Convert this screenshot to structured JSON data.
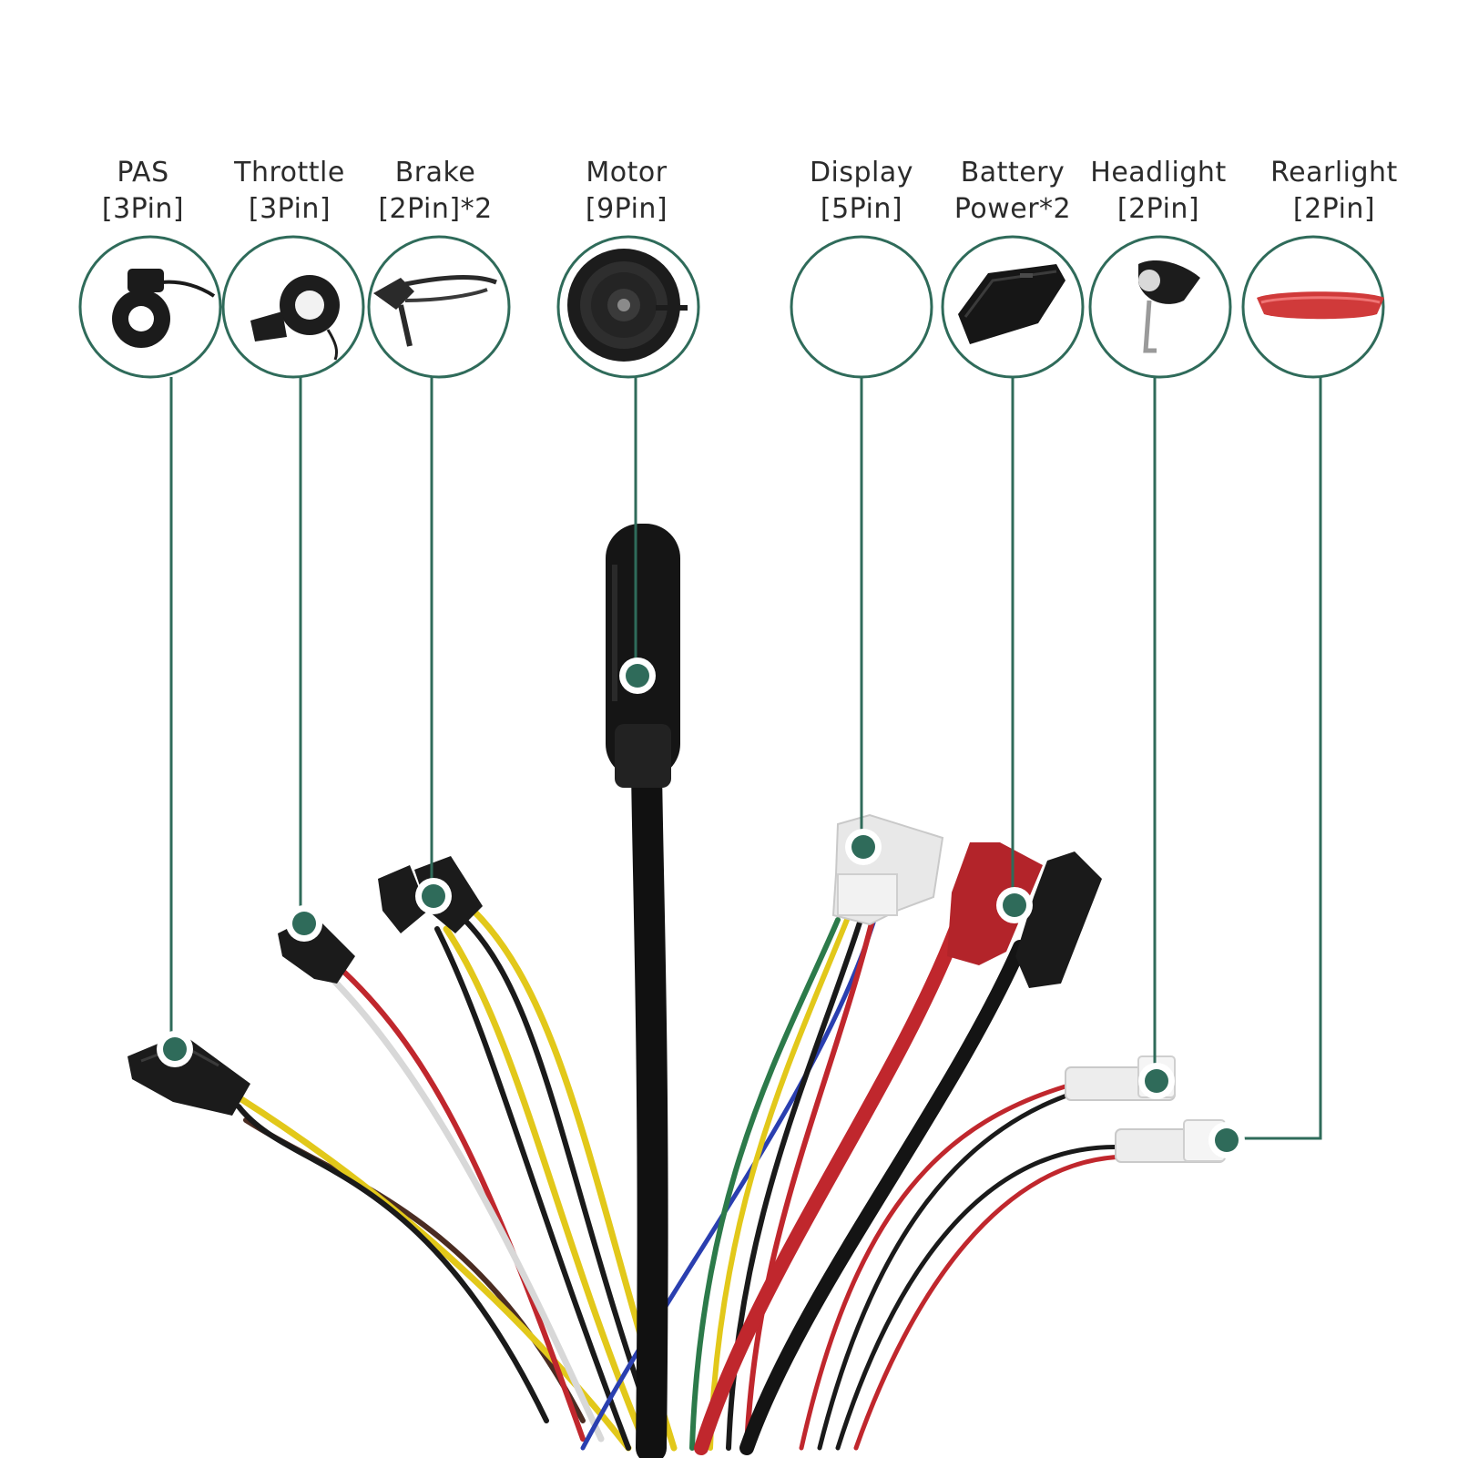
{
  "components": [
    {
      "id": "pas",
      "name": "PAS",
      "pins": "[3Pin]",
      "icon": "pas-sensor-icon"
    },
    {
      "id": "throttle",
      "name": "Throttle",
      "pins": "[3Pin]",
      "icon": "thumb-throttle-icon"
    },
    {
      "id": "brake",
      "name": "Brake",
      "pins": "[2Pin]*2",
      "icon": "brake-lever-icon"
    },
    {
      "id": "motor",
      "name": "Motor",
      "pins": "[9Pin]",
      "icon": "hub-motor-icon"
    },
    {
      "id": "display",
      "name": "Display",
      "pins": "[5Pin]",
      "icon": "display-icon"
    },
    {
      "id": "battery",
      "name": "Battery",
      "pins": "Power*2",
      "icon": "battery-icon"
    },
    {
      "id": "headlight",
      "name": "Headlight",
      "pins": "[2Pin]",
      "icon": "headlight-icon"
    },
    {
      "id": "rearlight",
      "name": "Rearlight",
      "pins": "[2Pin]",
      "icon": "rearlight-icon"
    }
  ],
  "colors": {
    "accent": "#2f6b5a",
    "label_text": "#2b2b2b",
    "wire_red": "#c0272d",
    "wire_yellow": "#e2c81a",
    "wire_black": "#1a1a1a",
    "wire_green": "#2c7a4a",
    "wire_blue": "#2a3fb0",
    "wire_brown": "#4a2c22",
    "wire_white": "#d8d8d8"
  }
}
